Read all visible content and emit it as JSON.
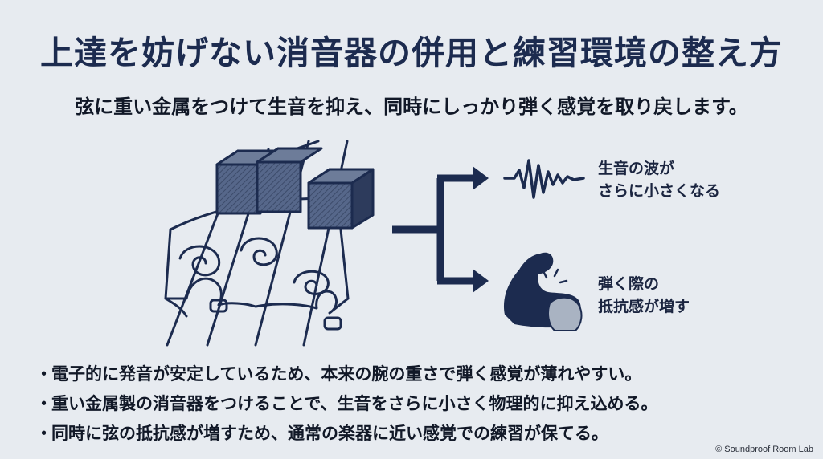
{
  "title": "上達を妨げない消音器の併用と練習環境の整え方",
  "subtitle": "弦に重い金属をつけて生音を抑え、同時にしっかり弾く感覚を取り戻します。",
  "illustration": {
    "icons": [
      "violin-bridge-icon",
      "metal-mute-icon",
      "branch-arrow-icon",
      "sound-wave-icon",
      "flexed-arm-icon"
    ],
    "effects": [
      {
        "line1": "生音の波が",
        "line2": "さらに小さくなる"
      },
      {
        "line1": "弾く際の",
        "line2": "抵抗感が増す"
      }
    ],
    "colors": {
      "navy": "#1c2b4f",
      "mute_fill": "#4a5a78",
      "background": "#e7ebf0"
    }
  },
  "bullets": [
    {
      "marker": "・",
      "text": "電子的に発音が安定しているため、本来の腕の重さで弾く感覚が薄れやすい。"
    },
    {
      "marker": "・",
      "text": "重い金属製の消音器をつけることで、生音をさらに小さく物理的に抑え込める。"
    },
    {
      "marker": "・",
      "text": "同時に弦の抵抗感が増すため、通常の楽器に近い感覚での練習が保てる。"
    }
  ],
  "credit": "© Soundproof Room Lab"
}
